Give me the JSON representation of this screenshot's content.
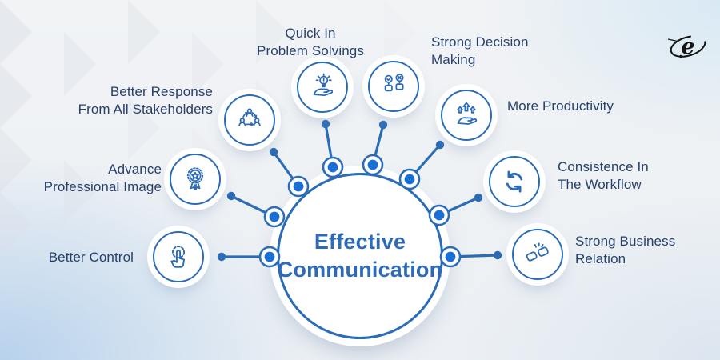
{
  "hub": {
    "title_lines": [
      "Effective",
      "Communication"
    ]
  },
  "spokes": [
    {
      "id": "better-control",
      "icon": "tap-icon",
      "label": "Better Control",
      "lines": [
        "Better Control"
      ]
    },
    {
      "id": "advance-professional-image",
      "icon": "medal-icon",
      "label": "Advance Professional Image",
      "lines": [
        "Advance",
        "Professional Image"
      ]
    },
    {
      "id": "better-response",
      "icon": "stakeholders-icon",
      "label": "Better Response From All Stakeholders",
      "lines": [
        "Better Response",
        "From All Stakeholders"
      ]
    },
    {
      "id": "quick-problem-solving",
      "icon": "idea-hand-icon",
      "label": "Quick In Problem Solvings",
      "lines": [
        "Quick In",
        "Problem Solvings"
      ]
    },
    {
      "id": "strong-decision-making",
      "icon": "decision-icon",
      "label": "Strong Decision Making",
      "lines": [
        "Strong Decision",
        "Making"
      ]
    },
    {
      "id": "more-productivity",
      "icon": "growth-hand-icon",
      "label": "More Productivity",
      "lines": [
        "More Productivity"
      ]
    },
    {
      "id": "consistence-workflow",
      "icon": "sync-icon",
      "label": "Consistence In The Workflow",
      "lines": [
        "Consistence In",
        "The Workflow"
      ]
    },
    {
      "id": "strong-business-relation",
      "icon": "fist-bump-icon",
      "label": "Strong Business Relation",
      "lines": [
        "Strong Business",
        "Relation"
      ]
    }
  ],
  "logo": {
    "name": "e-orbit-logo",
    "letter": "e"
  },
  "colors": {
    "accent": "#2b6cb6",
    "node_fill": "#1a6fd4",
    "hub_title": "#2d6ab8",
    "label_text": "#27406b",
    "background_bottom_left": "#cfe0f0",
    "background_top": "#f1f3f5"
  }
}
